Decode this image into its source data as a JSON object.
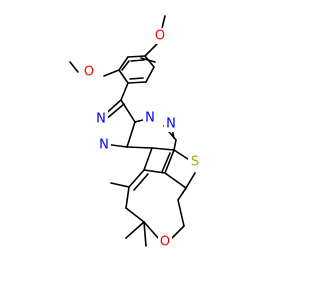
{
  "molecule": {
    "atoms": {
      "o_top": "O",
      "o_left": "O",
      "n_triazole_right": "N",
      "n_triazole_left": "N",
      "n_bottom": "N",
      "n_pyrimidine": "N",
      "n_bridge": "N",
      "s_thiophene": "S",
      "o_pyran": "O"
    },
    "colors": {
      "bond": "#000000",
      "nitrogen": "#0000ff",
      "oxygen": "#ff0000",
      "sulfur": "#b8a400"
    }
  }
}
